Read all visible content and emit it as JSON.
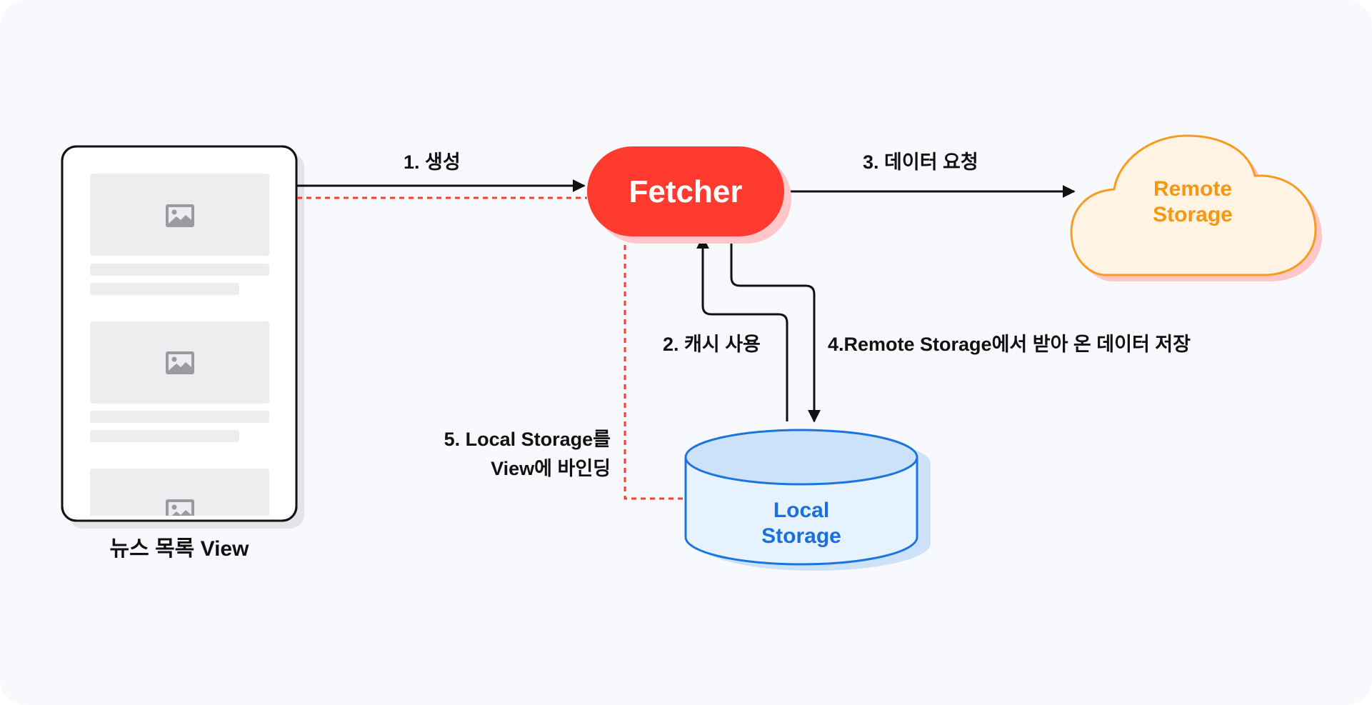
{
  "nodes": {
    "view": {
      "label": "뉴스 목록 View"
    },
    "fetcher": {
      "label": "Fetcher"
    },
    "remote": {
      "line1": "Remote",
      "line2": "Storage"
    },
    "local": {
      "line1": "Local",
      "line2": "Storage"
    }
  },
  "edges": {
    "e1": "1. 생성",
    "e2": "2. 캐시 사용",
    "e3": "3. 데이터 요청",
    "e4": "4.Remote Storage에서 받아 온 데이터 저장",
    "e5_line1": "5. Local Storage를",
    "e5_line2": "View에 바인딩"
  },
  "colors": {
    "background": "#f8f9fd",
    "fetcher_fill": "#ff3b30",
    "fetcher_shadow": "#ffc7c9",
    "remote_fill": "#fff4e3",
    "remote_stroke": "#f79c1f",
    "remote_text": "#f7960f",
    "local_fill": "#e6f2fd",
    "local_top": "#cce2f9",
    "local_stroke": "#1a75e0",
    "local_text": "#1a6fe0",
    "binding_line": "#ff3b30",
    "placeholder": "#ededf0",
    "placeholder_icon": "#9a9aa0"
  },
  "icons": [
    "image-placeholder-icon"
  ]
}
